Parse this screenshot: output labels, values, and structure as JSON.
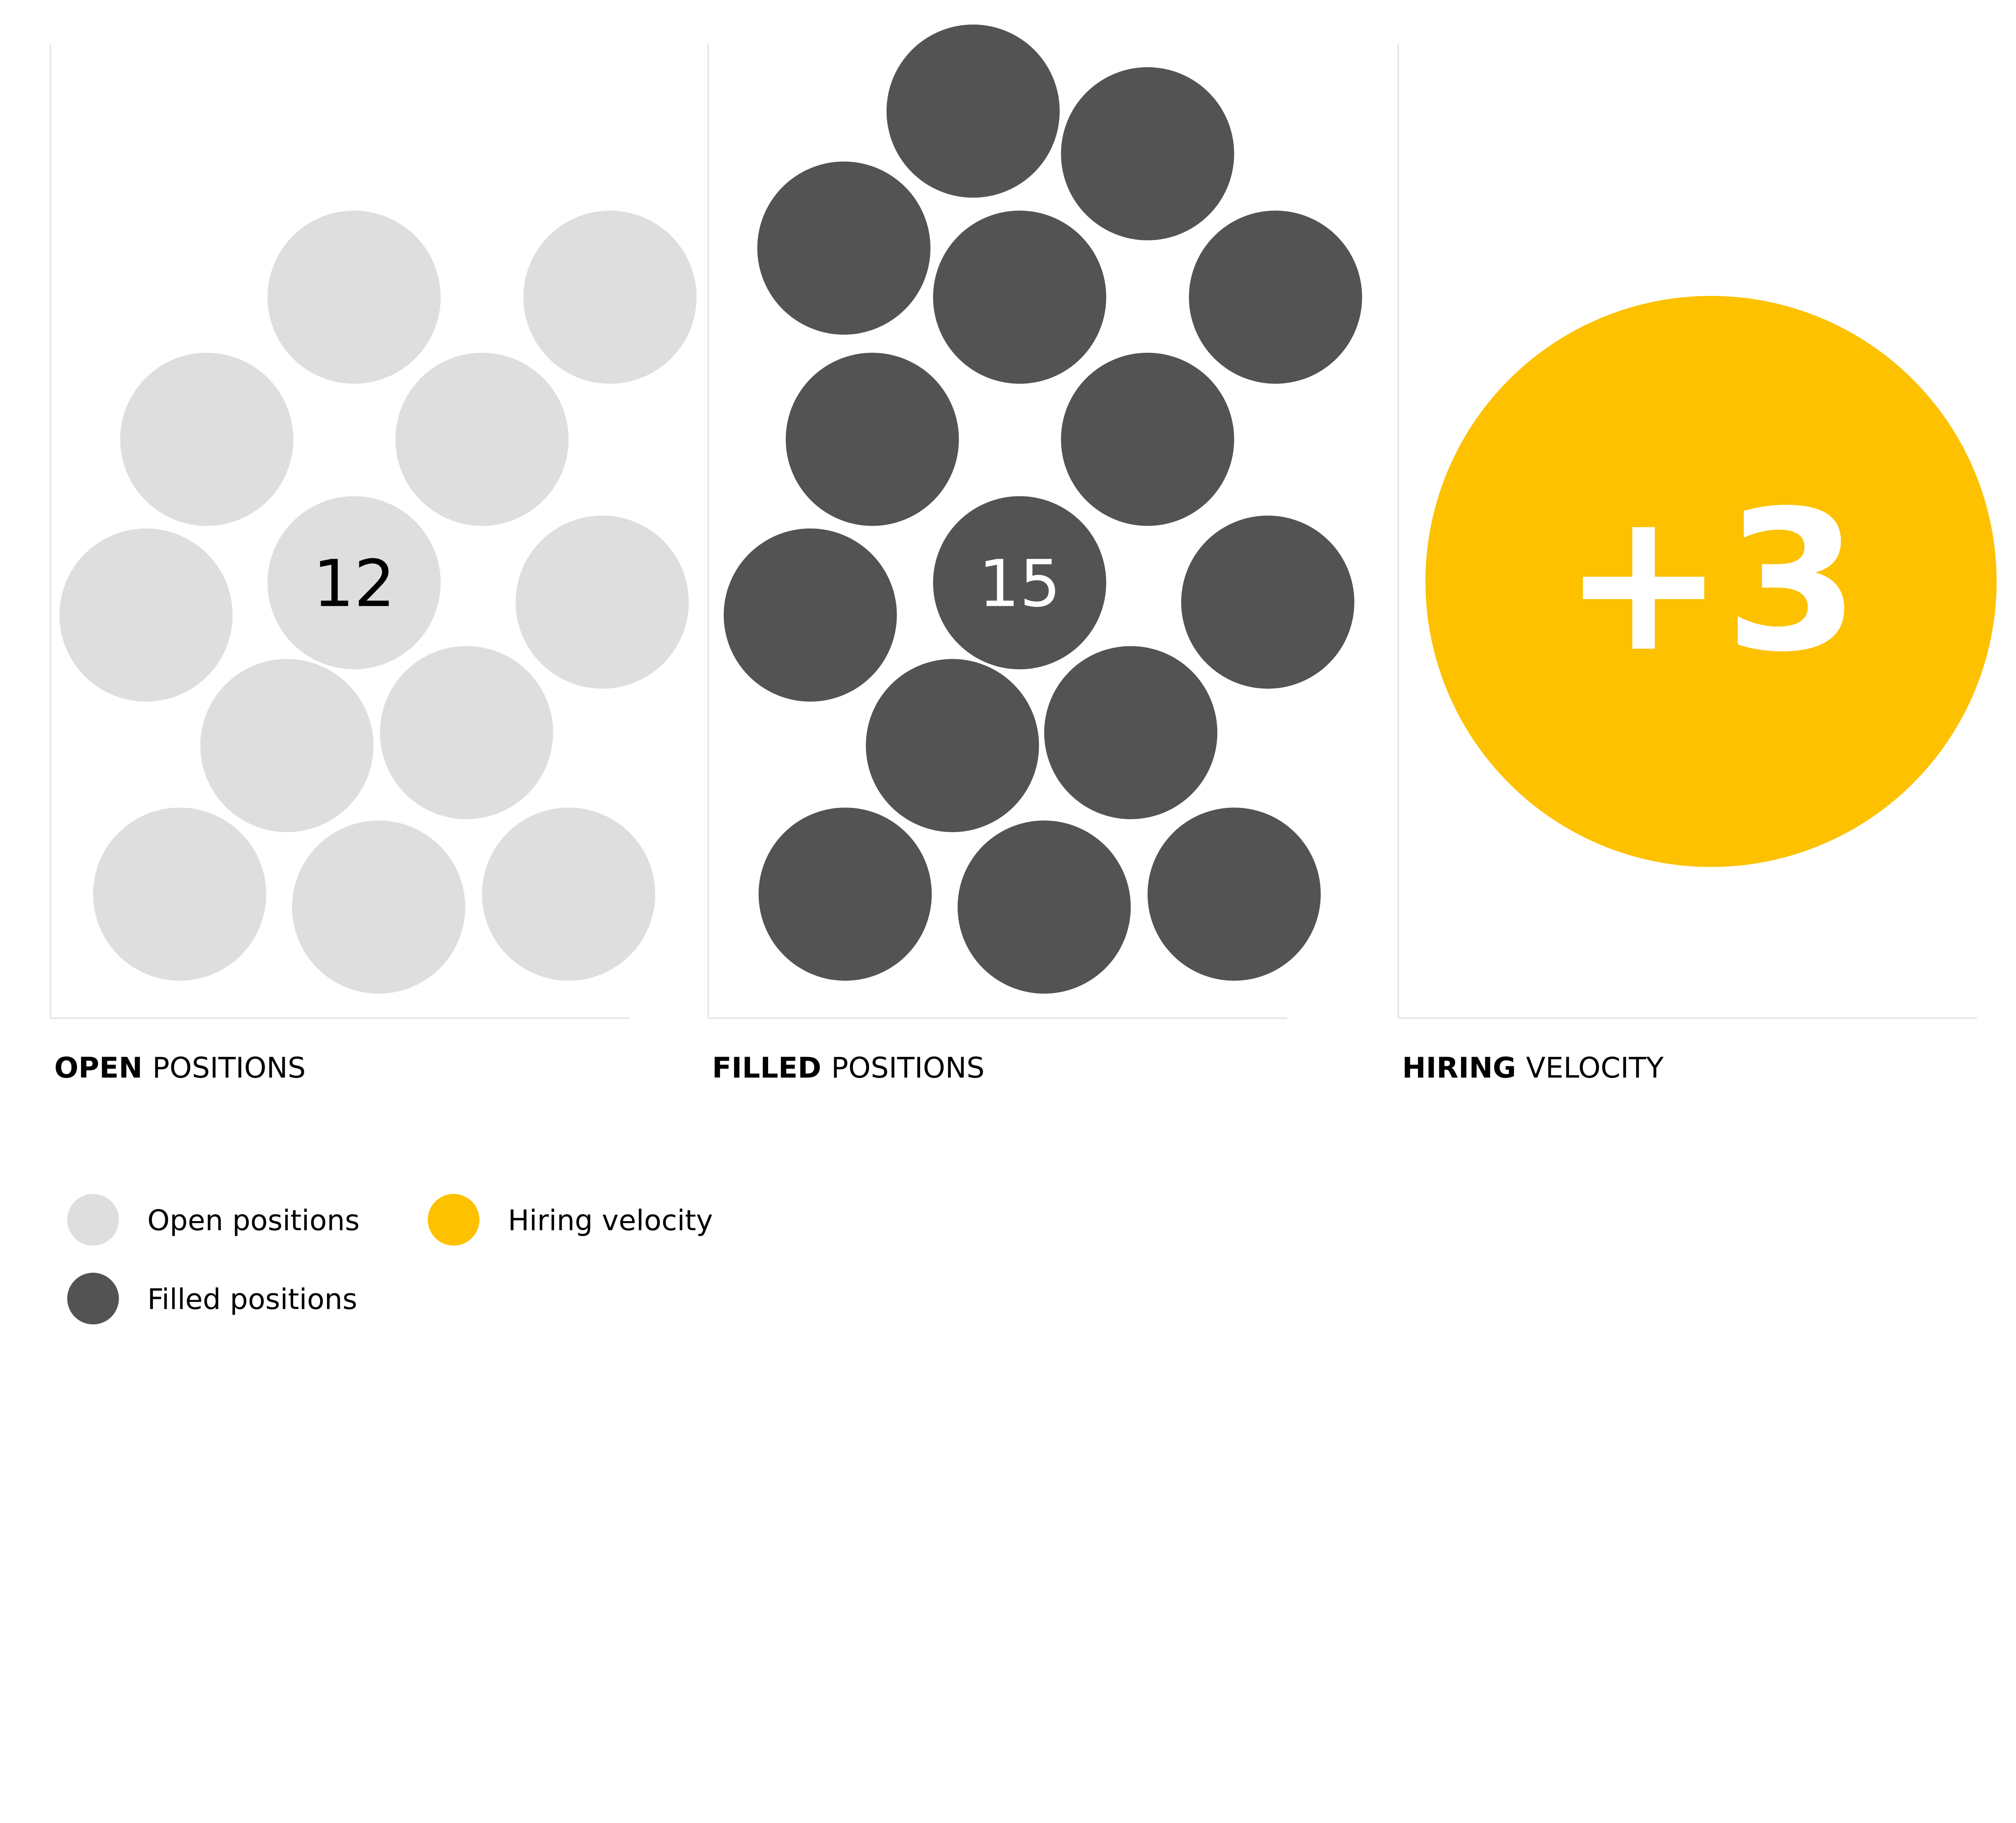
{
  "chart_data": {
    "type": "bubble-count",
    "panels": [
      {
        "title_bold": "OPEN",
        "title_rest": "POSITIONS",
        "value": 12,
        "label": "12",
        "color": "#dedede",
        "text_color": "#000000"
      },
      {
        "title_bold": "FILLED",
        "title_rest": "POSITIONS",
        "value": 15,
        "label": "15",
        "color": "#535353",
        "text_color": "#ffffff"
      },
      {
        "title_bold": "HIRING",
        "title_rest": "VELOCITY",
        "value": 3,
        "label": "+3",
        "color": "#fdc100",
        "text_color": "#ffffff"
      }
    ],
    "legend": [
      {
        "label": "Open positions",
        "color": "#dedede"
      },
      {
        "label": "Hiring velocity",
        "color": "#fdc100"
      },
      {
        "label": "Filled positions",
        "color": "#535353"
      }
    ]
  }
}
